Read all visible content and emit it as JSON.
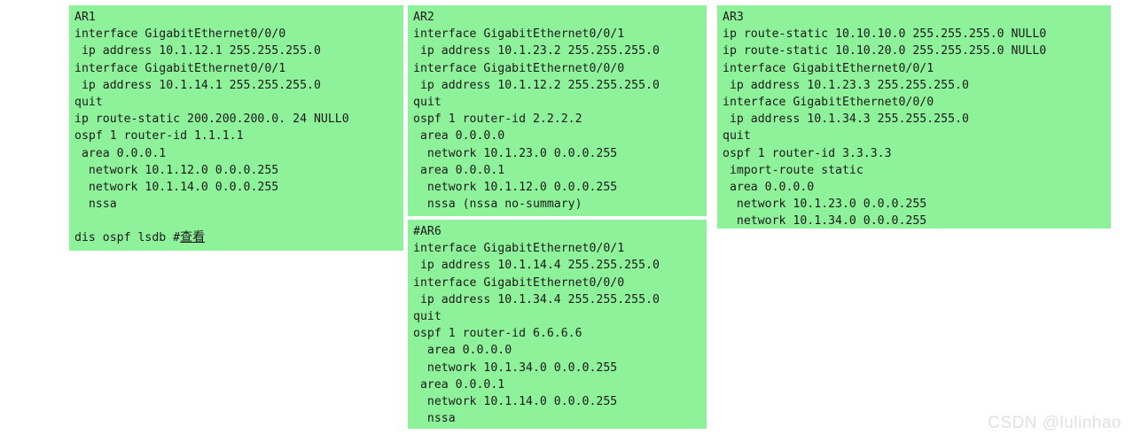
{
  "page": {
    "background_color": "#ffffff",
    "block_background_color": "#8ef29a",
    "text_color": "#1b1b1b"
  },
  "watermark": {
    "text": "CSDN @lulinhao",
    "color": "#e0e0e0"
  },
  "blocks": [
    {
      "id": "ar1",
      "title": "AR1",
      "lines": [
        "AR1",
        "interface GigabitEthernet0/0/0",
        " ip address 10.1.12.1 255.255.255.0",
        "interface GigabitEthernet0/0/1",
        " ip address 10.1.14.1 255.255.255.0",
        "quit",
        "ip route-static 200.200.200.0. 24 NULL0",
        "ospf 1 router-id 1.1.1.1",
        " area 0.0.0.1",
        "  network 10.1.12.0 0.0.0.255",
        "  network 10.1.14.0 0.0.0.255",
        "  nssa",
        "",
        "dis ospf lsdb #查看"
      ],
      "last_line_prefix": "dis ospf lsdb #",
      "last_line_annotation": "查看"
    },
    {
      "id": "ar2",
      "title": "AR2",
      "lines": [
        "AR2",
        "interface GigabitEthernet0/0/1",
        " ip address 10.1.23.2 255.255.255.0",
        "interface GigabitEthernet0/0/0",
        " ip address 10.1.12.2 255.255.255.0",
        "quit",
        "ospf 1 router-id 2.2.2.2",
        " area 0.0.0.0",
        "  network 10.1.23.0 0.0.0.255",
        " area 0.0.0.1",
        "  network 10.1.12.0 0.0.0.255",
        "  nssa (nssa no-summary)"
      ]
    },
    {
      "id": "ar3",
      "title": "AR3",
      "lines": [
        "AR3",
        "ip route-static 10.10.10.0 255.255.255.0 NULL0",
        "ip route-static 10.10.20.0 255.255.255.0 NULL0",
        "interface GigabitEthernet0/0/1",
        " ip address 10.1.23.3 255.255.255.0",
        "interface GigabitEthernet0/0/0",
        " ip address 10.1.34.3 255.255.255.0",
        "quit",
        "ospf 1 router-id 3.3.3.3",
        " import-route static",
        " area 0.0.0.0",
        "  network 10.1.23.0 0.0.0.255",
        "  network 10.1.34.0 0.0.0.255"
      ]
    },
    {
      "id": "ar6",
      "title": "#AR6",
      "lines": [
        "#AR6",
        "interface GigabitEthernet0/0/1",
        " ip address 10.1.14.4 255.255.255.0",
        "interface GigabitEthernet0/0/0",
        " ip address 10.1.34.4 255.255.255.0",
        "quit",
        "ospf 1 router-id 6.6.6.6",
        "  area 0.0.0.0",
        "  network 10.1.34.0 0.0.0.255",
        " area 0.0.0.1",
        "  network 10.1.14.0 0.0.0.255",
        "  nssa"
      ]
    }
  ]
}
